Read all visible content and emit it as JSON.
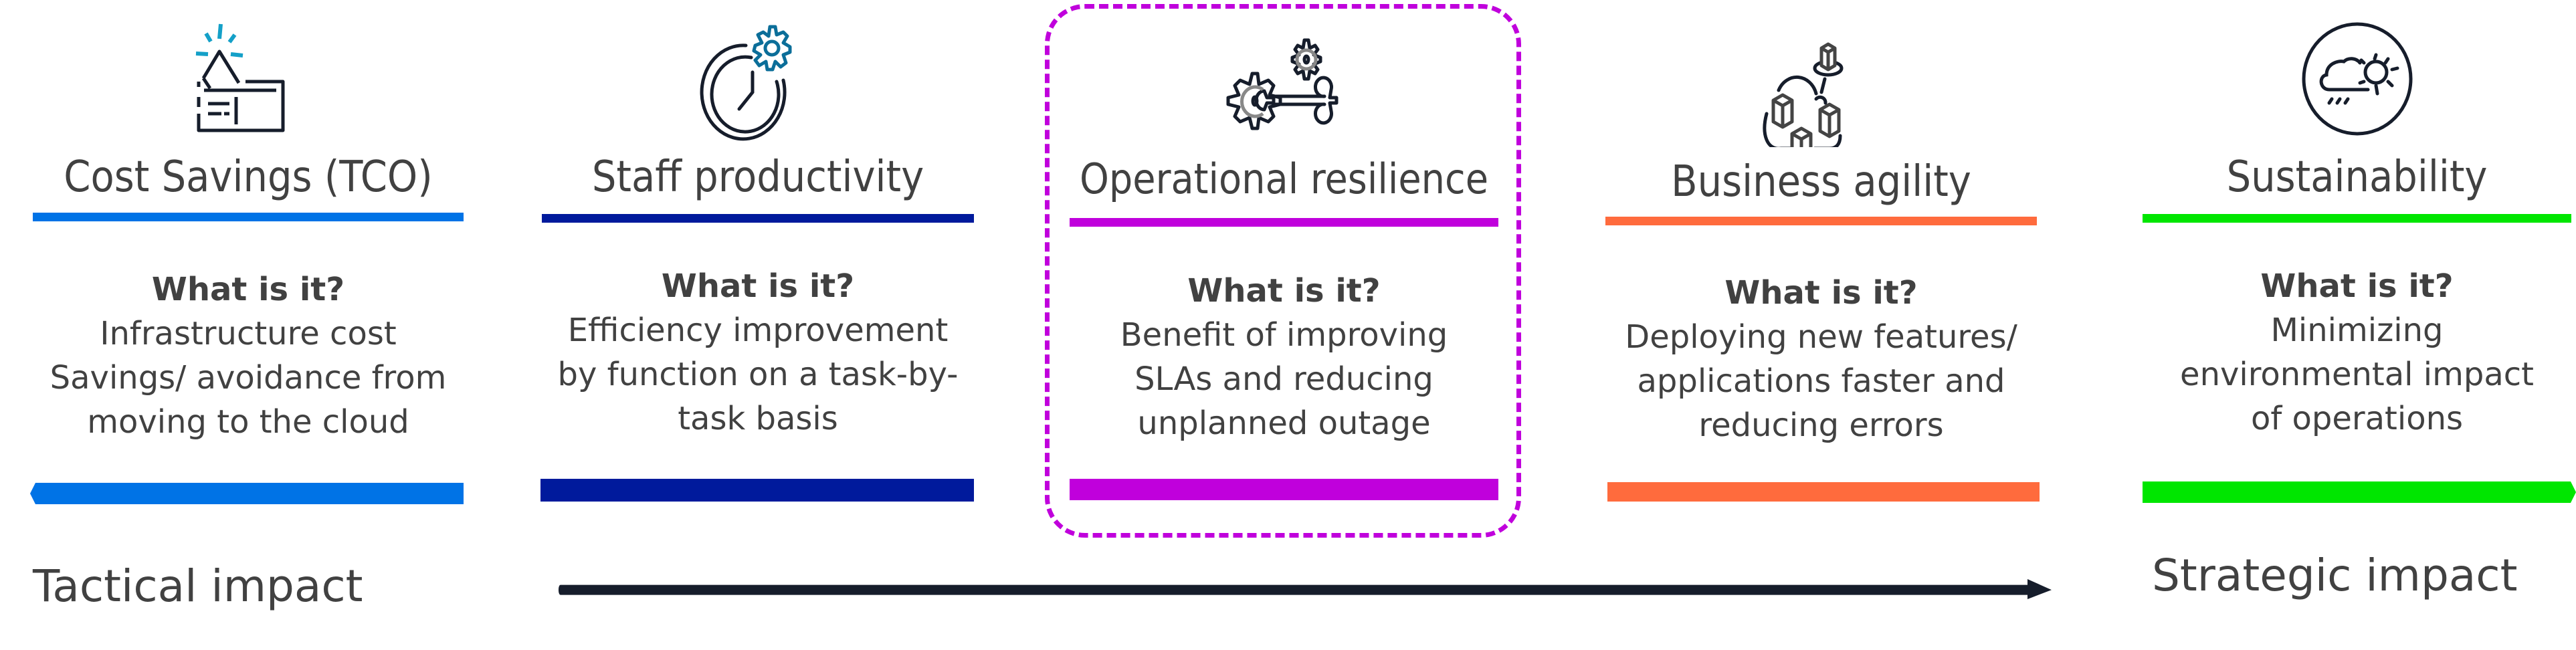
{
  "colors": {
    "cost": "#0073e6",
    "staff": "#001a9c",
    "operational": "#c000dc",
    "business": "#ff6b3d",
    "sustainability": "#00e600",
    "text": "#414141",
    "icon_stroke": "#161d2b",
    "arrow": "#161d2b"
  },
  "columns": [
    {
      "id": "cost-savings",
      "title": "Cost Savings (TCO)",
      "icon": "bill-with-sparkle-icon",
      "question": "What is it?",
      "lines": [
        "Infrastructure cost",
        "Savings/ avoidance from",
        "moving to the cloud"
      ]
    },
    {
      "id": "staff-productivity",
      "title": "Staff productivity",
      "icon": "clock-with-gear-icon",
      "question": "What is it?",
      "lines": [
        "Efficiency improvement",
        "by function on a task-by-",
        "task basis"
      ]
    },
    {
      "id": "operational-resilience",
      "title": "Operational resilience",
      "icon": "gears-with-wrench-icon",
      "question": "What is it?",
      "lines": [
        "Benefit of improving",
        "SLAs and reducing",
        "unplanned outage"
      ],
      "highlighted": true
    },
    {
      "id": "business-agility",
      "title": "Business agility",
      "icon": "cloud-with-cubes-icon",
      "question": "What is it?",
      "lines": [
        "Deploying new features/",
        "applications faster and",
        "reducing errors"
      ]
    },
    {
      "id": "sustainability",
      "title": "Sustainability",
      "icon": "weather-cloud-sun-icon",
      "question": "What is it?",
      "lines": [
        "Minimizing",
        "environmental impact",
        "of operations"
      ]
    }
  ],
  "axis": {
    "left_label": "Tactical impact",
    "right_label": "Strategic impact"
  }
}
